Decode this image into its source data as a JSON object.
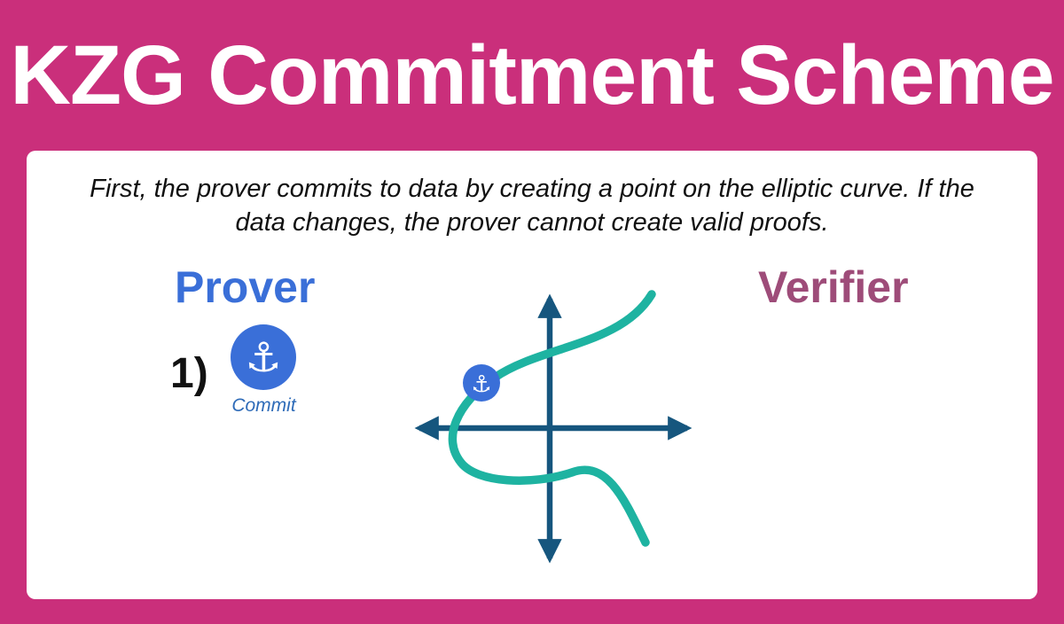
{
  "title": "KZG Commitment Scheme",
  "description": "First, the prover commits to data by creating a point on the elliptic curve. If the data changes, the prover cannot create valid proofs.",
  "actors": {
    "prover": "Prover",
    "verifier": "Verifier"
  },
  "step": {
    "number": "1)",
    "icon": "anchor-icon",
    "label": "Commit"
  },
  "diagram": {
    "type": "elliptic-curve-plot",
    "point_icon": "anchor-icon"
  },
  "icons": {
    "anchor": "⚓"
  },
  "colors": {
    "background": "#ca2f7b",
    "panel": "#ffffff",
    "title_text": "#ffffff",
    "prover_blue": "#3a6fd8",
    "verifier_purple": "#9e4c79",
    "axis_blue": "#16567e",
    "curve_teal": "#1eb3a1",
    "commit_blue": "#3a6fd8",
    "commit_label_blue": "#2e6bb8",
    "text_dark": "#111111"
  }
}
